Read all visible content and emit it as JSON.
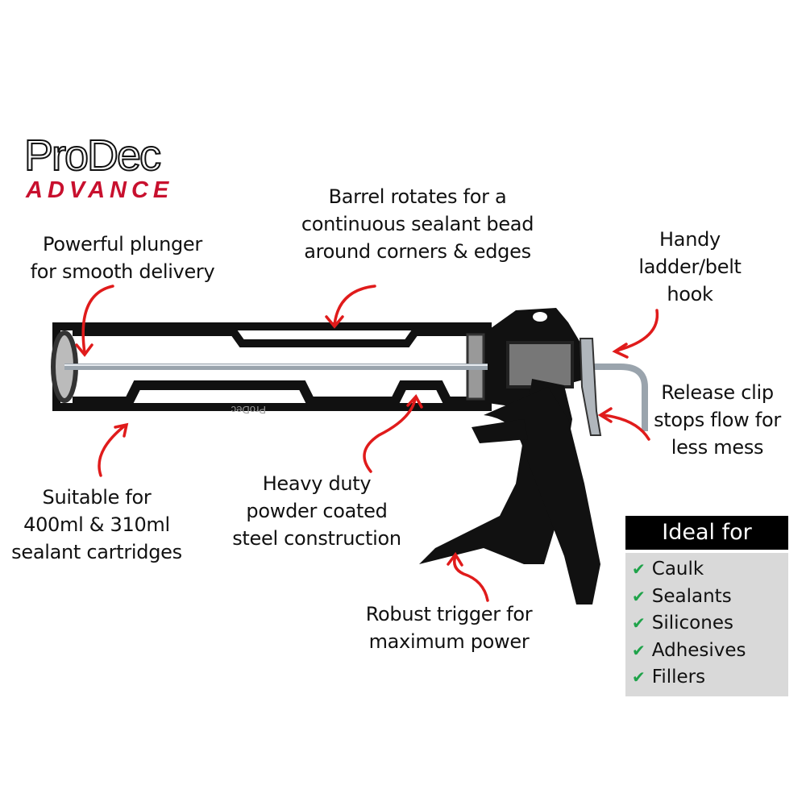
{
  "logo": {
    "brand": "ProDec",
    "line": "ADVANCE"
  },
  "callouts": {
    "barrel": [
      "Barrel rotates for a",
      "continuous sealant bead",
      "around corners & edges"
    ],
    "plunger": [
      "Powerful plunger",
      "for smooth delivery"
    ],
    "hook": [
      "Handy",
      "ladder/belt",
      "hook"
    ],
    "release": [
      "Release clip",
      "stops flow for",
      "less mess"
    ],
    "cartridges": [
      "Suitable for",
      "400ml & 310ml",
      "sealant cartridges"
    ],
    "steel": [
      "Heavy duty",
      "powder coated",
      "steel construction"
    ],
    "trigger": [
      "Robust trigger for",
      "maximum power"
    ]
  },
  "ideal_for": {
    "title": "Ideal for",
    "items": [
      "Caulk",
      "Sealants",
      "Silicones",
      "Adhesives",
      "Fillers"
    ]
  },
  "product_print": "ProDec",
  "colors": {
    "arrow": "#e01b1b",
    "brand_red": "#c8102e",
    "check": "#1fa34a",
    "box_bg": "#d9d9d9"
  }
}
